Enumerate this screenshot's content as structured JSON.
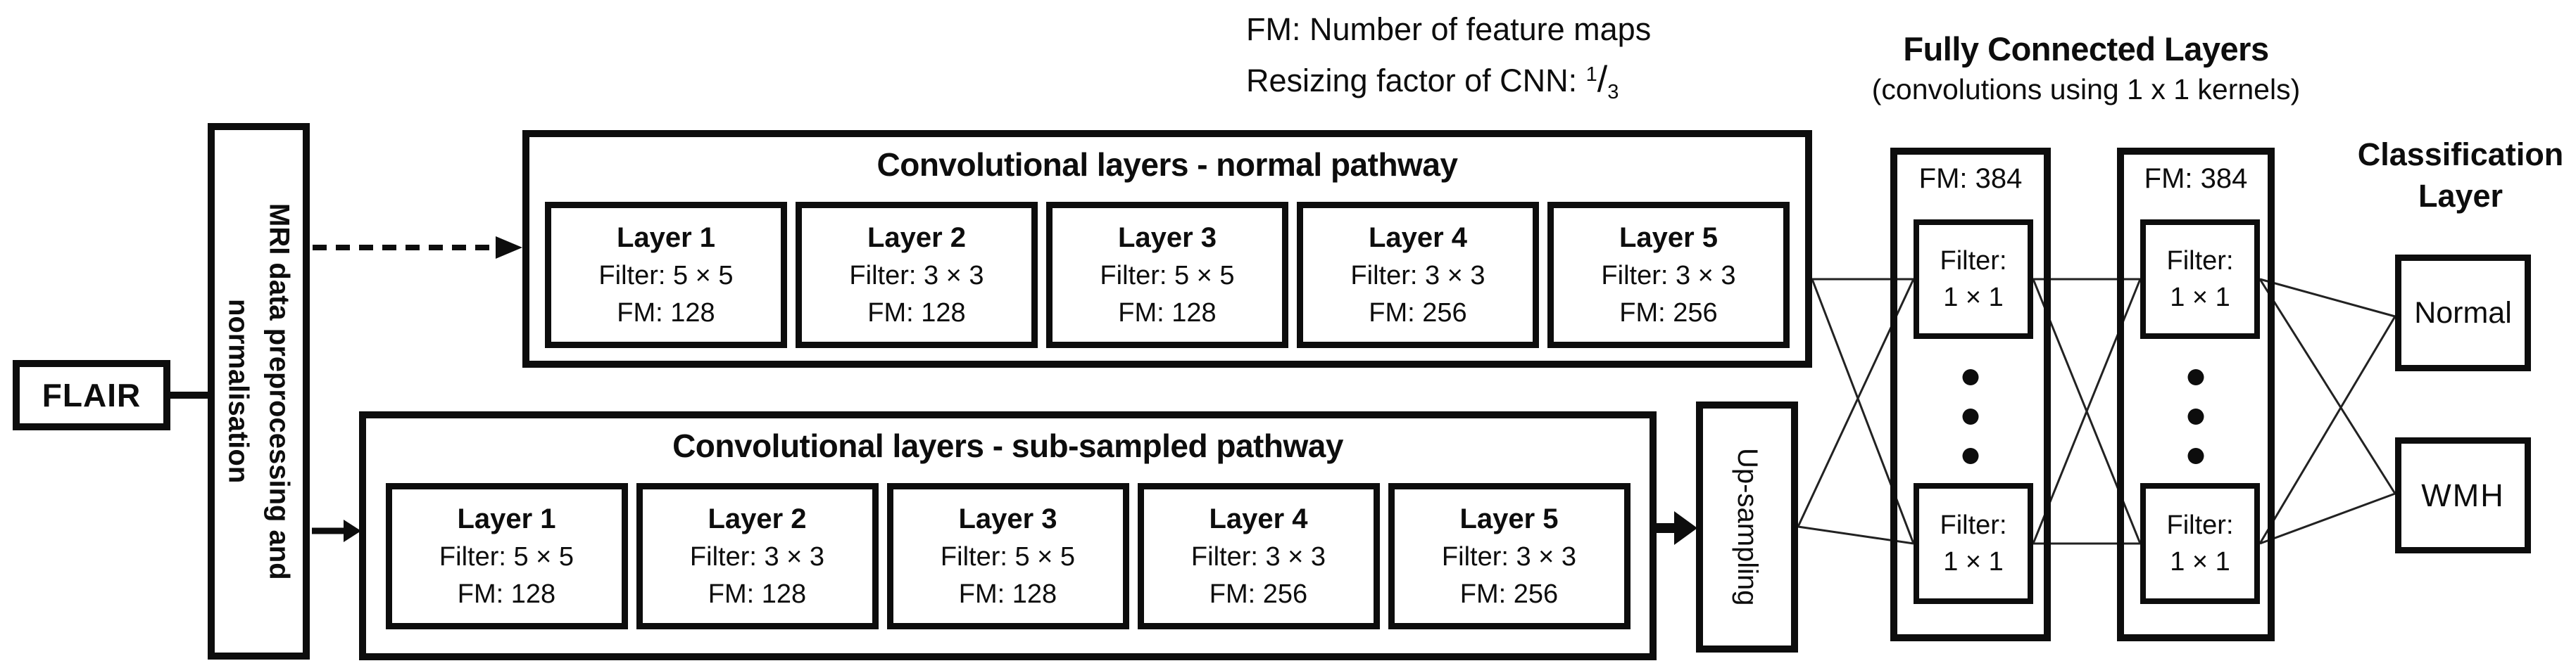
{
  "colors": {
    "ink": "#0d0d0d",
    "connector": "#222222"
  },
  "legend": {
    "line1": "FM: Number of feature maps",
    "line2_prefix": "Resizing factor of CNN: ",
    "fraction_numerator": "1",
    "fraction_denominator": "3"
  },
  "input": {
    "label": "FLAIR"
  },
  "preprocessing": {
    "label": "MRI data preprocessing and normalisation"
  },
  "normal_pathway": {
    "title": "Convolutional layers - normal pathway",
    "layers": [
      {
        "name": "Layer 1",
        "filter": "Filter: 5 × 5",
        "fm": "FM: 128"
      },
      {
        "name": "Layer 2",
        "filter": "Filter: 3 × 3",
        "fm": "FM: 128"
      },
      {
        "name": "Layer 3",
        "filter": "Filter: 5 × 5",
        "fm": "FM: 128"
      },
      {
        "name": "Layer 4",
        "filter": "Filter: 3 × 3",
        "fm": "FM: 256"
      },
      {
        "name": "Layer 5",
        "filter": "Filter: 3 × 3",
        "fm": "FM: 256"
      }
    ]
  },
  "subsampled_pathway": {
    "title": "Convolutional layers - sub-sampled pathway",
    "layers": [
      {
        "name": "Layer 1",
        "filter": "Filter: 5 × 5",
        "fm": "FM: 128"
      },
      {
        "name": "Layer 2",
        "filter": "Filter: 3 × 3",
        "fm": "FM: 128"
      },
      {
        "name": "Layer 3",
        "filter": "Filter: 5 × 5",
        "fm": "FM: 128"
      },
      {
        "name": "Layer 4",
        "filter": "Filter: 3 × 3",
        "fm": "FM: 256"
      },
      {
        "name": "Layer 5",
        "filter": "Filter: 3 × 3",
        "fm": "FM: 256"
      }
    ]
  },
  "upsampling": {
    "label": "Up-sampling"
  },
  "fully_connected": {
    "title": "Fully Connected Layers",
    "subtitle": "(convolutions using 1 x 1 kernels)",
    "columns": [
      {
        "fm": "FM: 384",
        "top_filter_line1": "Filter:",
        "top_filter_line2": "1 × 1",
        "bottom_filter_line1": "Filter:",
        "bottom_filter_line2": "1 × 1"
      },
      {
        "fm": "FM: 384",
        "top_filter_line1": "Filter:",
        "top_filter_line2": "1 × 1",
        "bottom_filter_line1": "Filter:",
        "bottom_filter_line2": "1 × 1"
      }
    ]
  },
  "classification": {
    "title": "Classification Layer",
    "classes": [
      "Normal",
      "WMH"
    ]
  }
}
